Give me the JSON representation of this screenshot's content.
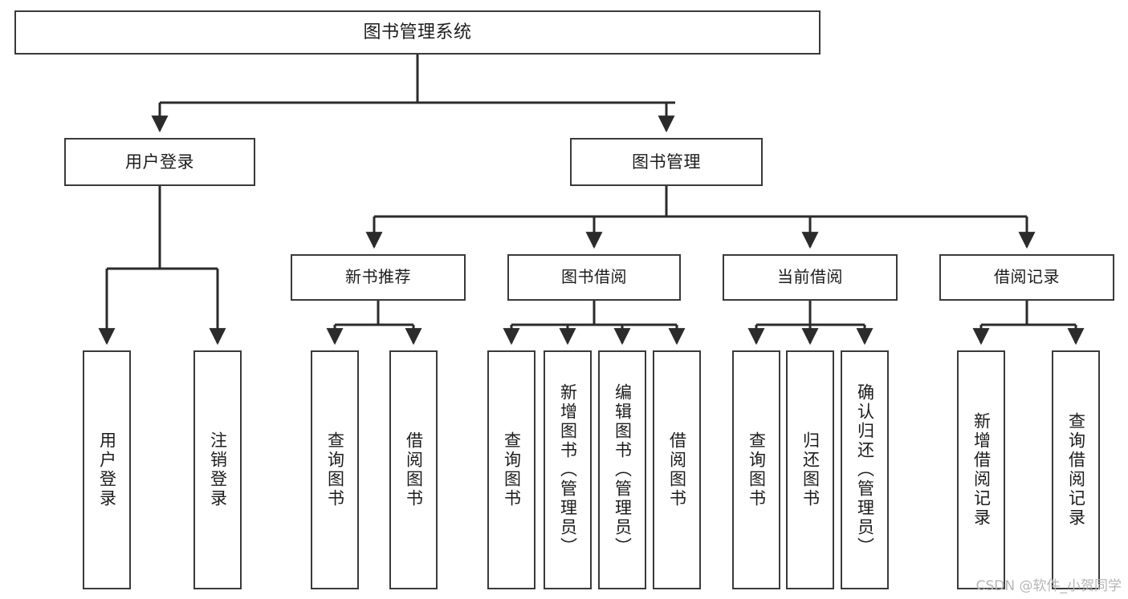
{
  "diagram": {
    "title": "图书管理系统",
    "type": "tree",
    "watermark": "CSDN @软件_小贺同学",
    "colors": {
      "background": "#ffffff",
      "box_border": "#3a3a3a",
      "box_fill": "#ffffff",
      "connector": "#2b2b2b",
      "text": "#1c1c1c",
      "watermark": "#b6b6b6"
    },
    "root": {
      "id": "root",
      "label": "图书管理系统"
    },
    "level1": [
      {
        "id": "user-login",
        "label": "用户登录"
      },
      {
        "id": "book-manage",
        "label": "图书管理"
      }
    ],
    "level2": [
      {
        "id": "new-book-recommend",
        "label": "新书推荐",
        "parent": "book-manage"
      },
      {
        "id": "book-borrow",
        "label": "图书借阅",
        "parent": "book-manage"
      },
      {
        "id": "current-borrow",
        "label": "当前借阅",
        "parent": "book-manage"
      },
      {
        "id": "borrow-record",
        "label": "借阅记录",
        "parent": "book-manage"
      }
    ],
    "leaves": [
      {
        "id": "leaf-user-login",
        "label": "用户登录",
        "parent": "user-login"
      },
      {
        "id": "leaf-user-logout",
        "label": "注销登录",
        "parent": "user-login"
      },
      {
        "id": "leaf-query-book-1",
        "label": "查询图书",
        "parent": "new-book-recommend"
      },
      {
        "id": "leaf-borrow-book-1",
        "label": "借阅图书",
        "parent": "new-book-recommend"
      },
      {
        "id": "leaf-query-book-2",
        "label": "查询图书",
        "parent": "book-borrow"
      },
      {
        "id": "leaf-add-book",
        "label": "新增图书（管理员）",
        "parent": "book-borrow"
      },
      {
        "id": "leaf-edit-book",
        "label": "编辑图书（管理员）",
        "parent": "book-borrow"
      },
      {
        "id": "leaf-borrow-book-2",
        "label": "借阅图书",
        "parent": "book-borrow"
      },
      {
        "id": "leaf-query-book-3",
        "label": "查询图书",
        "parent": "current-borrow"
      },
      {
        "id": "leaf-return-book",
        "label": "归还图书",
        "parent": "current-borrow"
      },
      {
        "id": "leaf-confirm-return",
        "label": "确认归还（管理员）",
        "parent": "current-borrow"
      },
      {
        "id": "leaf-add-record",
        "label": "新增借阅记录",
        "parent": "borrow-record"
      },
      {
        "id": "leaf-query-record",
        "label": "查询借阅记录",
        "parent": "borrow-record"
      }
    ]
  }
}
